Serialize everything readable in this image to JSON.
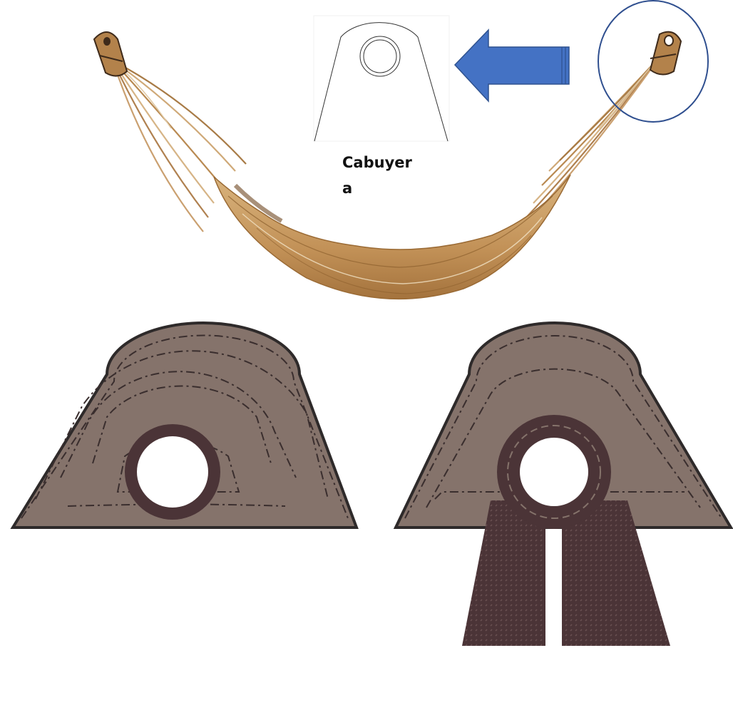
{
  "diagram": {
    "caption": "Cabuyera",
    "colors": {
      "leather": "#85736b",
      "leather_dark": "#4b3437",
      "outline": "#2e2a2a",
      "stitch": "#3a2e2e",
      "arrow_fill": "#4472c4",
      "arrow_stroke": "#2f528f",
      "hammock_base": "#c8a06a",
      "hammock_dark": "#8a5e2c"
    },
    "icons": {
      "hammock": "hammock-photo",
      "pointer": "arrow-left-icon",
      "highlight": "highlight-circle"
    },
    "designs": [
      {
        "name": "design-concentric-stitching"
      },
      {
        "name": "design-woven-panels"
      }
    ]
  }
}
